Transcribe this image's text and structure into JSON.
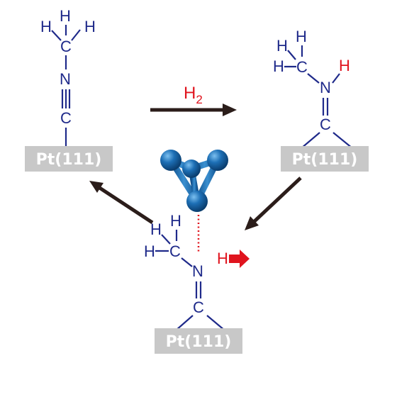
{
  "surface_label": "Pt(111)",
  "atoms": {
    "hydrogen": "H",
    "carbon": "C",
    "nitrogen": "N"
  },
  "reagent": {
    "main": "H",
    "subscript": "2"
  },
  "colors": {
    "molecule": "#1f2a8a",
    "highlight": "#e0141e",
    "surface": "#c8c8c8",
    "arrow": "#2b1d1a",
    "cluster": "#1d6fb5"
  }
}
